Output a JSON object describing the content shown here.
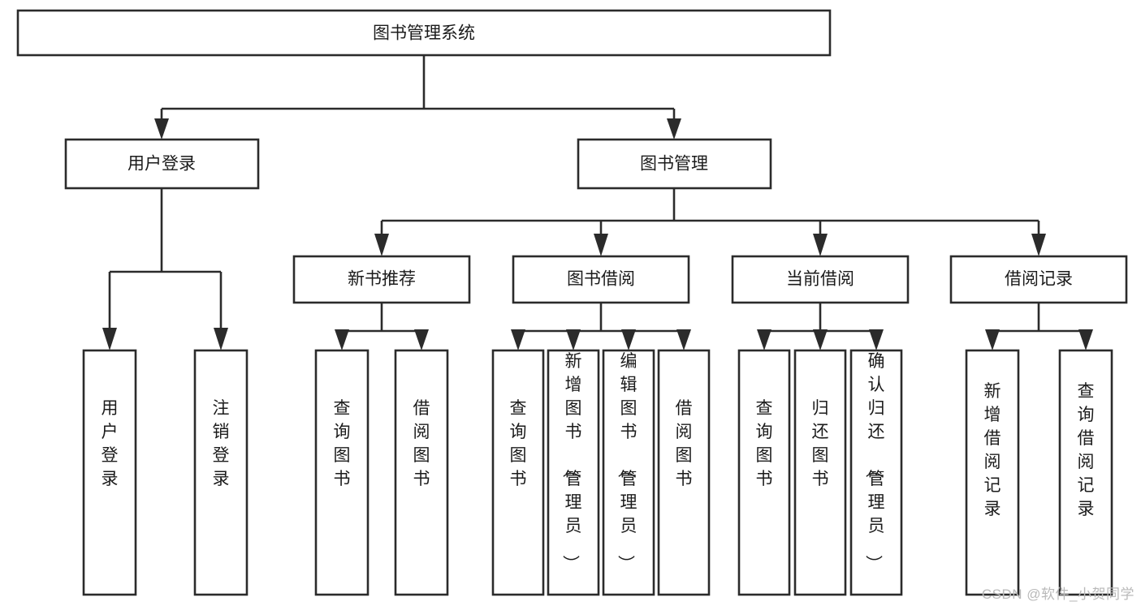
{
  "diagram": {
    "title": "图书管理系统",
    "type": "function-structure-tree",
    "orientation": "top-down",
    "colors": {
      "box_fill": "#ffffff",
      "box_stroke": "#2b2b2b",
      "connector": "#2b2b2b",
      "text": "#1b1b1b",
      "watermark": "#b9b9b9",
      "background": "#ffffff"
    },
    "root": {
      "id": "root",
      "label": "图书管理系统"
    },
    "level1": [
      {
        "id": "l1-0",
        "label": "用户登录"
      },
      {
        "id": "l1-1",
        "label": "图书管理"
      }
    ],
    "level2": [
      {
        "id": "l2-0",
        "label": "新书推荐",
        "parent": "l1-1"
      },
      {
        "id": "l2-1",
        "label": "图书借阅",
        "parent": "l1-1"
      },
      {
        "id": "l2-2",
        "label": "当前借阅",
        "parent": "l1-1"
      },
      {
        "id": "l2-3",
        "label": "借阅记录",
        "parent": "l1-1"
      }
    ],
    "leaves": {
      "user_login": [
        {
          "id": "leaf-0",
          "label": "用户登录"
        },
        {
          "id": "leaf-1",
          "label": "注销登录"
        }
      ],
      "new_book_recommend": [
        {
          "id": "leaf-2",
          "label": "查询图书"
        },
        {
          "id": "leaf-3",
          "label": "借阅图书"
        }
      ],
      "book_borrow": [
        {
          "id": "leaf-4",
          "label": "查询图书"
        },
        {
          "id": "leaf-5",
          "label": "新增图书（管理员）"
        },
        {
          "id": "leaf-6",
          "label": "编辑图书（管理员）"
        },
        {
          "id": "leaf-7",
          "label": "借阅图书"
        }
      ],
      "current_borrow": [
        {
          "id": "leaf-8",
          "label": "查询图书"
        },
        {
          "id": "leaf-9",
          "label": "归还图书"
        },
        {
          "id": "leaf-10",
          "label": "确认归还（管理员）"
        }
      ],
      "borrow_record": [
        {
          "id": "leaf-11",
          "label": "新增借阅记录"
        },
        {
          "id": "leaf-12",
          "label": "查询借阅记录"
        }
      ]
    }
  },
  "watermark": {
    "text": "CSDN @软件_小贺同学"
  }
}
